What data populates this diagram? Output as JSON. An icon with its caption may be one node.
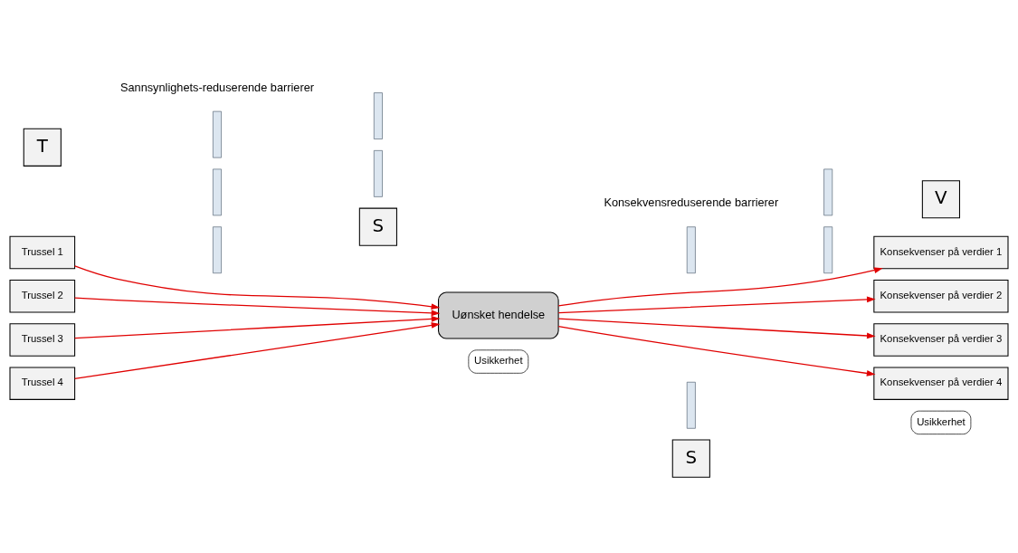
{
  "diagram": {
    "nodes": [
      {
        "text": [
          "T"
        ]
      },
      {
        "text": [
          "V"
        ]
      },
      {
        "text": [
          "Trussel 1"
        ]
      },
      {
        "text": [
          "Trussel 2"
        ]
      },
      {
        "text": [
          "Trussel 3"
        ]
      },
      {
        "text": [
          "Trussel 4"
        ]
      },
      {
        "text": [
          "Uønsket hendelse"
        ]
      },
      {
        "text": [
          "Konsekvenser på verdier 1"
        ]
      },
      {
        "text": [
          "Konsekvenser på verdier 2"
        ]
      },
      {
        "text": [
          "Konsekvenser på verdier 3"
        ]
      },
      {
        "text": [
          "Konsekvenser på verdier 4"
        ]
      },
      {
        "text": [
          "Usikkerhet"
        ]
      },
      {
        "text": [
          "Usikkerhet"
        ]
      },
      {
        "text": [
          "S"
        ]
      },
      {
        "text": [
          "S"
        ]
      },
      {
        "text": [],
        "shape": "bar"
      },
      {
        "text": [],
        "shape": "bar"
      },
      {
        "text": [],
        "shape": "bar"
      },
      {
        "text": [],
        "shape": "bar"
      },
      {
        "text": [],
        "shape": "bar"
      },
      {
        "text": [],
        "shape": "bar"
      },
      {
        "text": [],
        "shape": "bar"
      },
      {
        "text": [],
        "shape": "bar"
      },
      {
        "text": [],
        "shape": "bar"
      }
    ],
    "edges": [
      {
        "from": 2,
        "to": 6,
        "arrow": "to"
      },
      {
        "from": 3,
        "to": 6,
        "arrow": "to"
      },
      {
        "from": 4,
        "to": 6,
        "arrow": "to"
      },
      {
        "from": 5,
        "to": 6,
        "arrow": "to"
      },
      {
        "from": 6,
        "to": 7,
        "arrow": "to"
      },
      {
        "from": 6,
        "to": 8,
        "arrow": "to"
      },
      {
        "from": 6,
        "to": 9,
        "arrow": "to"
      },
      {
        "from": 6,
        "to": 10,
        "arrow": "to"
      }
    ],
    "labels": [
      "Sannsynlighets-reduserende barrierer",
      "Konsekvensreduserende barrierer"
    ]
  }
}
